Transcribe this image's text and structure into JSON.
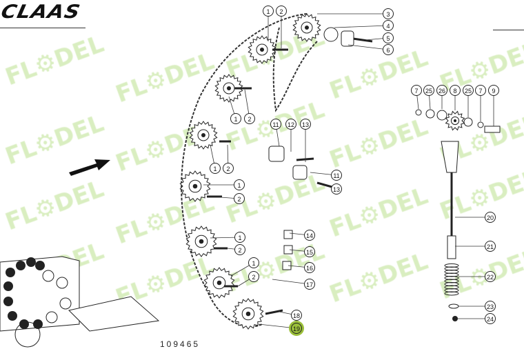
{
  "brand": {
    "logo_text": "CLAAS"
  },
  "watermark": {
    "text": "FL⚙DEL",
    "color": "#b9e08c"
  },
  "drawing_number": "109465",
  "highlight_color": "#9bbf3a",
  "callouts": [
    "1",
    "2",
    "3",
    "4",
    "5",
    "6",
    "1",
    "2",
    "1",
    "2",
    "1",
    "2",
    "1",
    "2",
    "1",
    "2",
    "11",
    "12",
    "13",
    "11",
    "13",
    "14",
    "15",
    "16",
    "17",
    "18",
    "19",
    "7",
    "25",
    "26",
    "8",
    "25",
    "7",
    "9",
    "20",
    "21",
    "22",
    "23",
    "24"
  ],
  "highlighted_callouts": [
    "19"
  ],
  "icons": {
    "direction_arrow": "arrow-up-right-icon"
  }
}
